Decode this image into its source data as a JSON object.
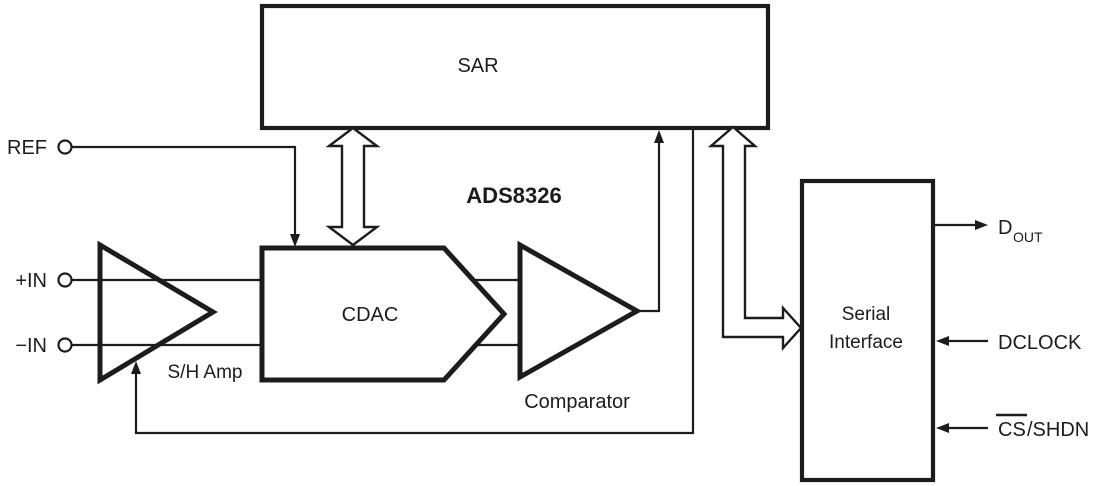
{
  "diagram": {
    "part_number": "ADS8326",
    "blocks": {
      "sar": "SAR",
      "cdac": "CDAC",
      "sh_amp": "S/H Amp",
      "comparator": "Comparator",
      "serial_interface_line1": "Serial",
      "serial_interface_line2": "Interface"
    },
    "pins": {
      "ref": "REF",
      "in_plus": "+IN",
      "in_minus": "−IN",
      "dout_main": "D",
      "dout_sub": "OUT",
      "dclock": "DCLOCK",
      "cs": "CS",
      "cs_rest": "/SHDN"
    },
    "colors": {
      "line": "#1c1c1c",
      "background": "#ffffff"
    }
  }
}
